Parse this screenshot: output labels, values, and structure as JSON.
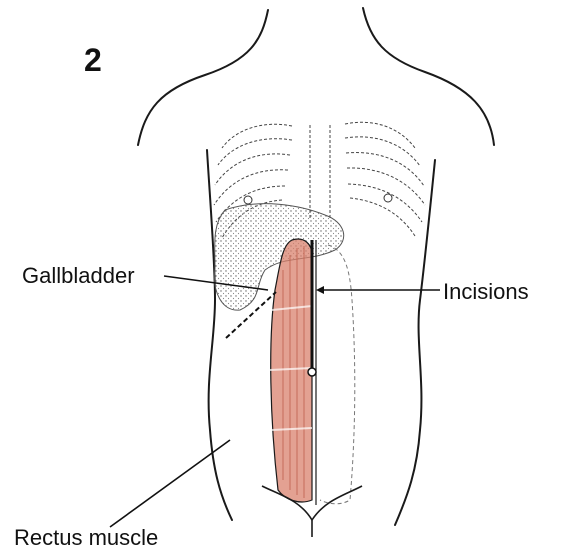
{
  "figure": {
    "number": "2",
    "labels": {
      "gallbladder": "Gallbladder",
      "incisions": "Incisions",
      "rectus_muscle": "Rectus muscle"
    },
    "colors": {
      "line": "#1a1a1a",
      "muscle": "#d9826e",
      "muscle_dark": "#c0604c",
      "stipple": "#777777"
    }
  }
}
